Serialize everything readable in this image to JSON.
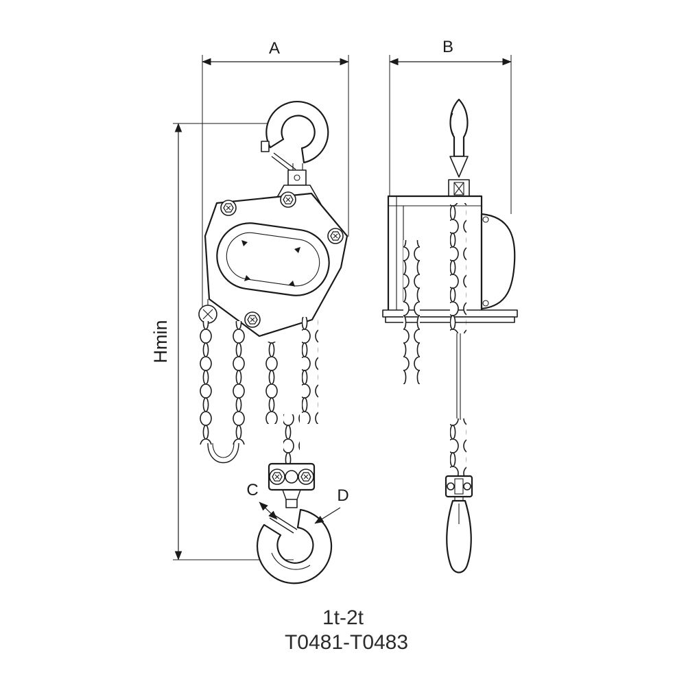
{
  "dimensions": {
    "a": "A",
    "b": "B",
    "hmin": "Hmin",
    "c": "C",
    "d": "D"
  },
  "caption": {
    "capacity": "1t-2t",
    "model_range": "T0481-T0483"
  },
  "colors": {
    "line": "#1a1a1a",
    "caption_text": "#2b2b2b",
    "background": "#ffffff"
  }
}
